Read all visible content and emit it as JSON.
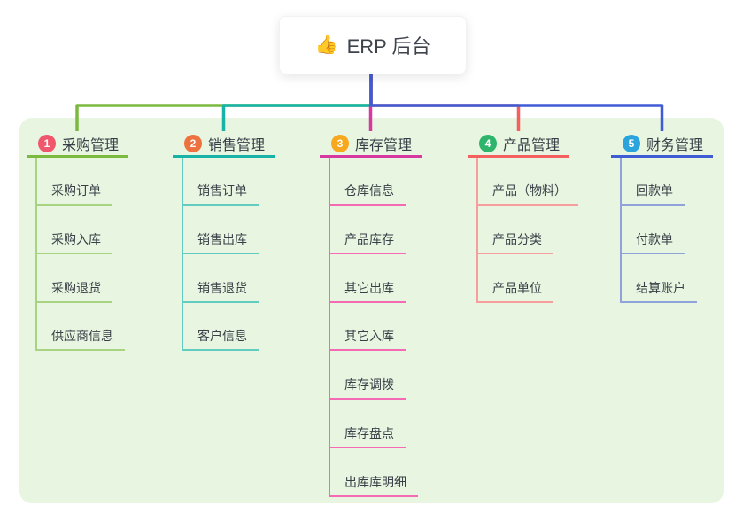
{
  "root": {
    "icon": "👍",
    "label": "ERP 后台"
  },
  "canvas": {
    "background": "#ffffff",
    "panel_background": "#e7f5e1"
  },
  "branches": [
    {
      "num": "1",
      "label": "采购管理",
      "color": "#7cb93f",
      "child_color": "#a8d381",
      "badge_color": "#f0566c",
      "children": [
        "采购订单",
        "采购入库",
        "采购退货",
        "供应商信息"
      ]
    },
    {
      "num": "2",
      "label": "销售管理",
      "color": "#17b3a6",
      "child_color": "#63ccc0",
      "badge_color": "#ee7140",
      "children": [
        "销售订单",
        "销售出库",
        "销售退货",
        "客户信息"
      ]
    },
    {
      "num": "3",
      "label": "库存管理",
      "color": "#d6399f",
      "child_color": "#f46bb3",
      "badge_color": "#f8a81e",
      "children": [
        "仓库信息",
        "产品库存",
        "其它出库",
        "其它入库",
        "库存调拨",
        "库存盘点",
        "出库库明细"
      ]
    },
    {
      "num": "4",
      "label": "产品管理",
      "color": "#f45f5f",
      "child_color": "#f79d9d",
      "badge_color": "#2fb56b",
      "children": [
        "产品（物料）",
        "产品分类",
        "产品单位"
      ]
    },
    {
      "num": "5",
      "label": "财务管理",
      "color": "#3f5cd5",
      "child_color": "#8fa2d9",
      "badge_color": "#2ba3dc",
      "children": [
        "回款单",
        "付款单",
        "结算账户"
      ]
    }
  ]
}
